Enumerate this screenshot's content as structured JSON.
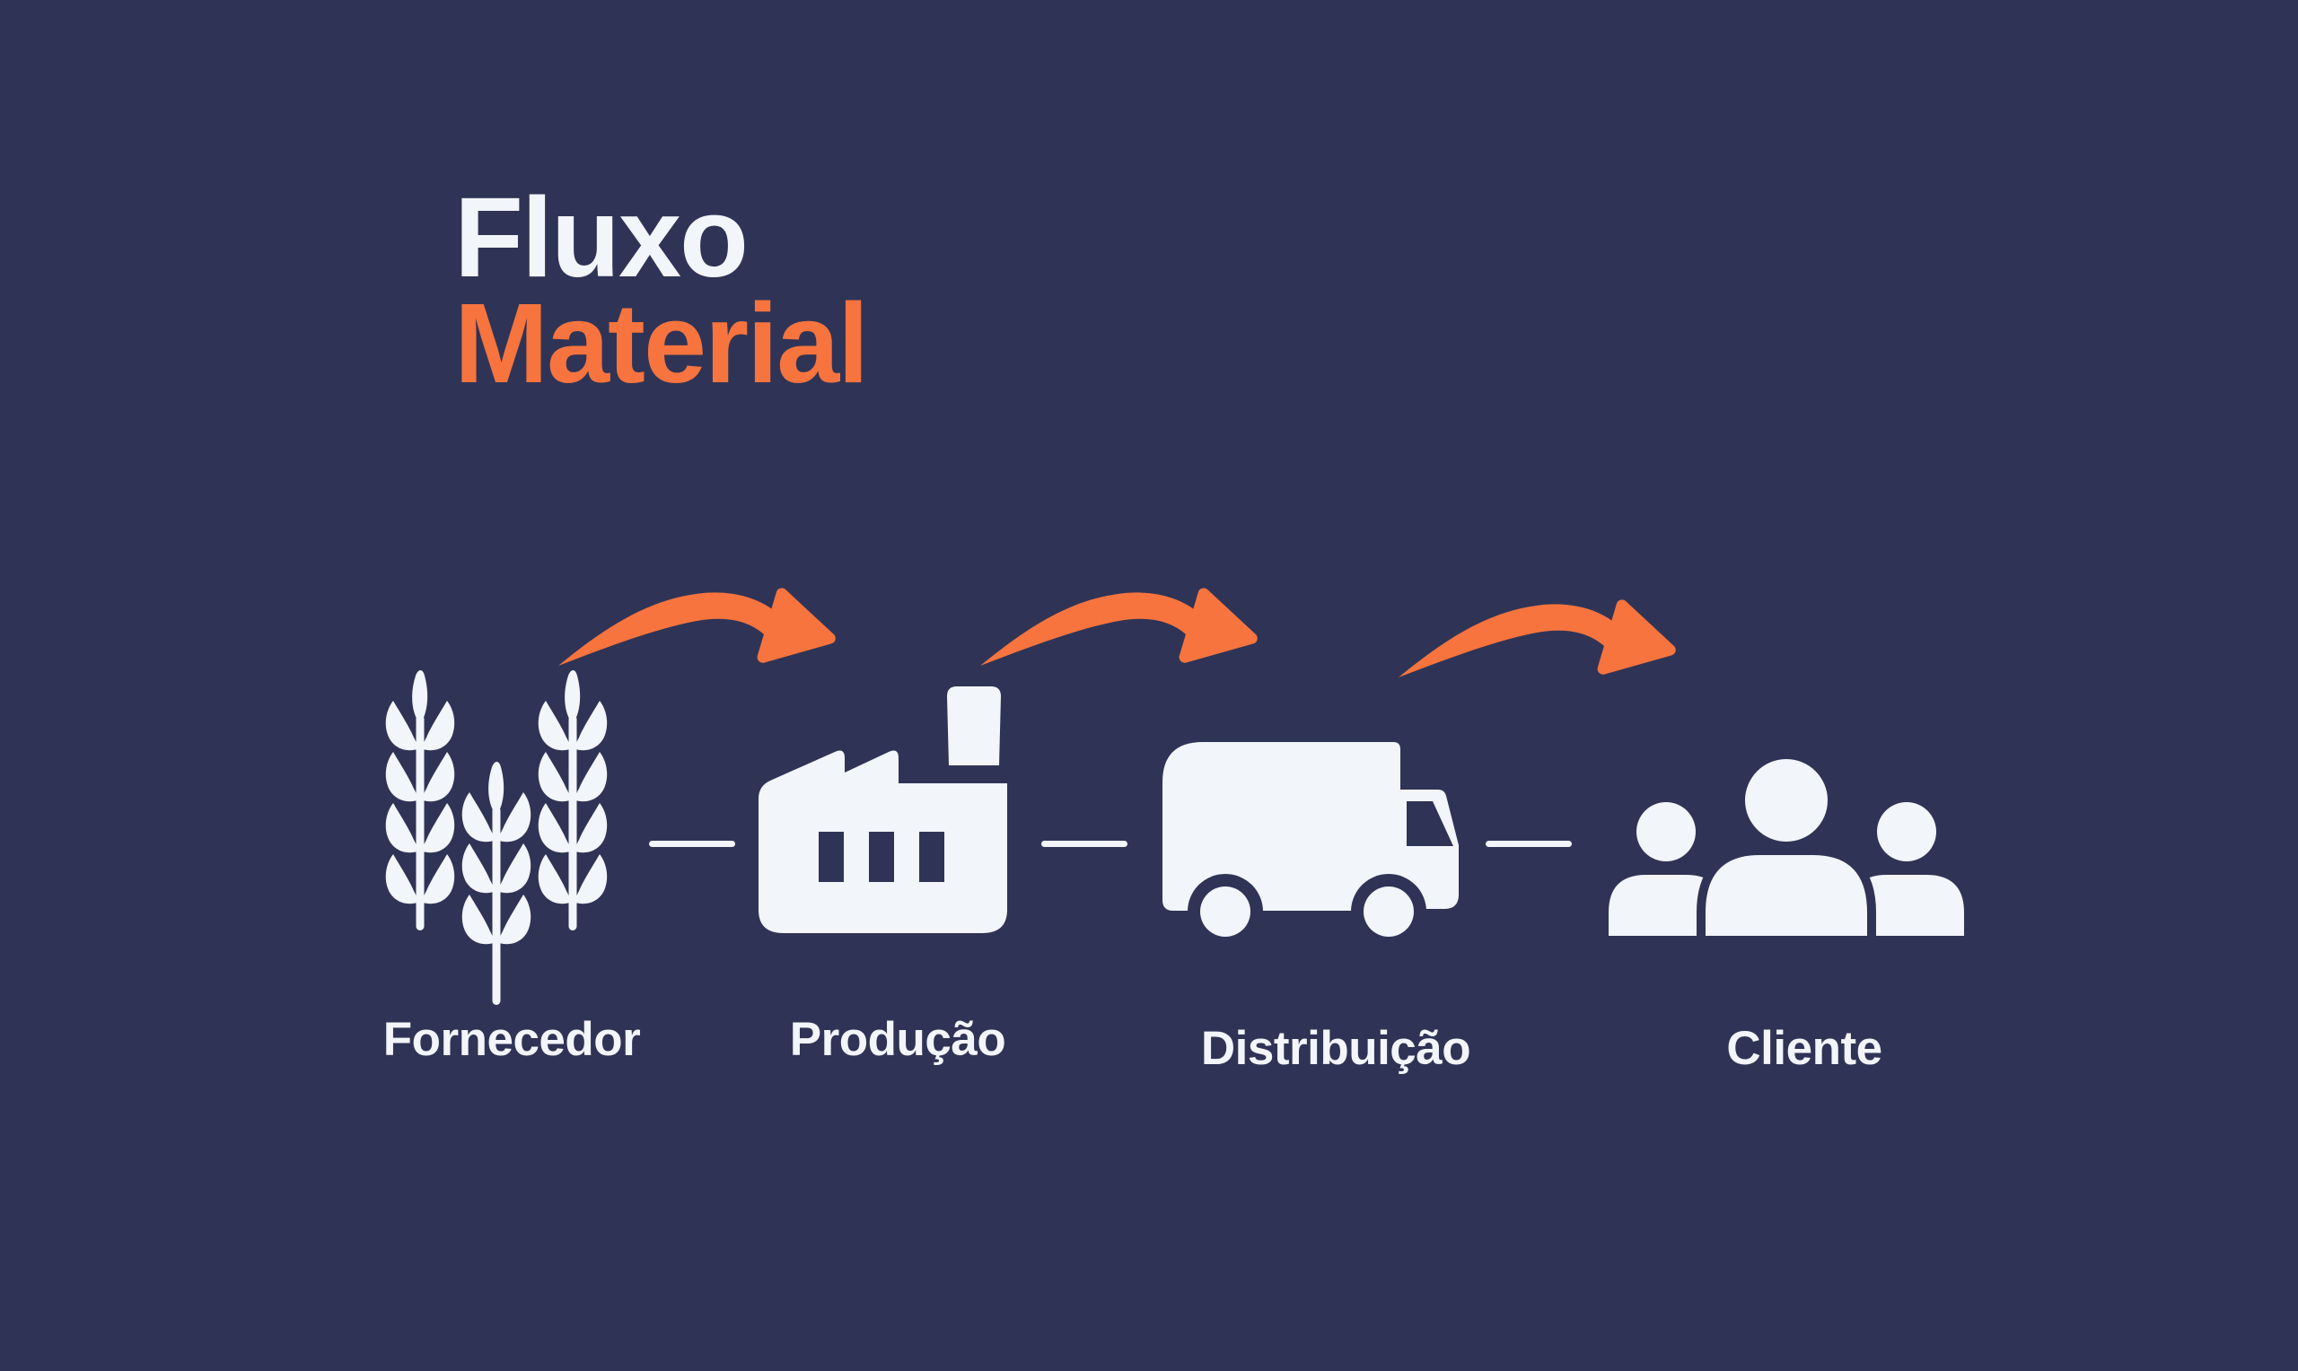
{
  "title": {
    "line1": "Fluxo",
    "line2": "Material"
  },
  "stages": [
    {
      "id": "fornecedor",
      "label": "Fornecedor",
      "icon": "wheat-icon"
    },
    {
      "id": "producao",
      "label": "Produção",
      "icon": "factory-icon"
    },
    {
      "id": "distribuicao",
      "label": "Distribuição",
      "icon": "truck-icon"
    },
    {
      "id": "cliente",
      "label": "Cliente",
      "icon": "people-icon"
    }
  ],
  "connectors": {
    "dashes": 3,
    "arrows": 3
  },
  "colors": {
    "background": "#2F3456",
    "foreground": "#F2F5F9",
    "accent": "#F7743E"
  }
}
